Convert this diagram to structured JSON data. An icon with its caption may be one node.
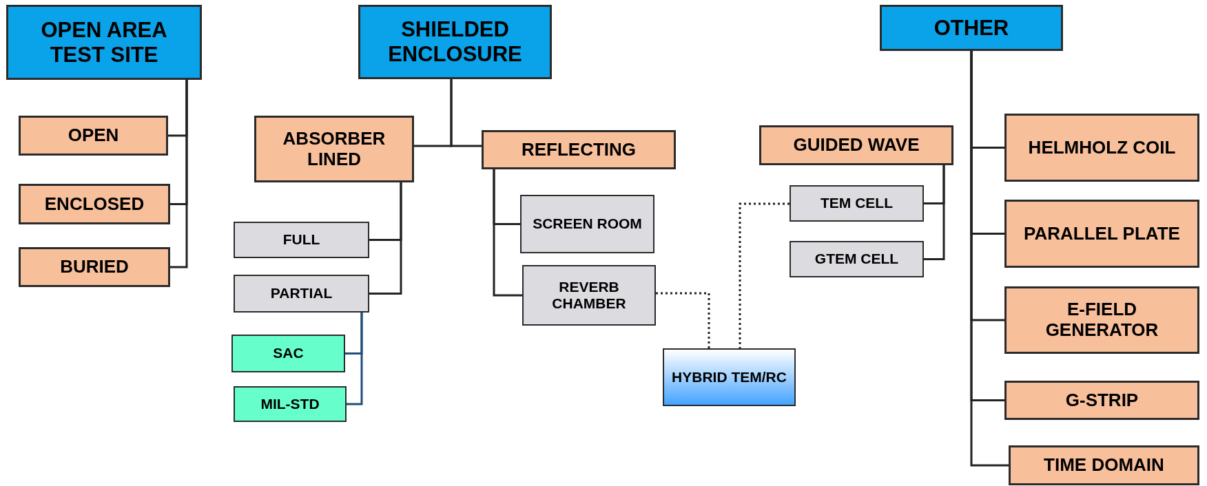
{
  "diagram": {
    "nodes": [
      {
        "text": [
          "OPEN AREA TEST SITE"
        ]
      },
      {
        "text": [
          "OPEN"
        ]
      },
      {
        "text": [
          "ENCLOSED"
        ]
      },
      {
        "text": [
          "BURIED"
        ]
      },
      {
        "text": [
          "SHIELDED ENCLOSURE"
        ]
      },
      {
        "text": [
          "ABSORBER LINED"
        ]
      },
      {
        "text": [
          "REFLECTING"
        ]
      },
      {
        "text": [
          "FULL"
        ]
      },
      {
        "text": [
          "PARTIAL"
        ]
      },
      {
        "text": [
          "SAC"
        ]
      },
      {
        "text": [
          "MIL-STD"
        ]
      },
      {
        "text": [
          "SCREEN ROOM"
        ]
      },
      {
        "text": [
          "REVERB CHAMBER"
        ]
      },
      {
        "text": [
          "HYBRID TEM/RC"
        ]
      },
      {
        "text": [
          "GUIDED WAVE"
        ]
      },
      {
        "text": [
          "TEM CELL"
        ]
      },
      {
        "text": [
          "GTEM CELL"
        ]
      },
      {
        "text": [
          "OTHER"
        ]
      },
      {
        "text": [
          "HELMHOLZ COIL"
        ]
      },
      {
        "text": [
          "PARALLEL PLATE"
        ]
      },
      {
        "text": [
          "E-FIELD GENERATOR"
        ]
      },
      {
        "text": [
          "G-STRIP"
        ]
      },
      {
        "text": [
          "TIME DOMAIN"
        ]
      }
    ],
    "edges": [
      {
        "from": 0,
        "to": 1,
        "arrow": "none"
      },
      {
        "from": 0,
        "to": 2,
        "arrow": "none"
      },
      {
        "from": 0,
        "to": 3,
        "arrow": "none"
      },
      {
        "from": 4,
        "to": 5,
        "arrow": "none"
      },
      {
        "from": 4,
        "to": 6,
        "arrow": "none"
      },
      {
        "from": 5,
        "to": 7,
        "arrow": "none"
      },
      {
        "from": 5,
        "to": 8,
        "arrow": "none"
      },
      {
        "from": 8,
        "to": 9,
        "arrow": "none",
        "color": "#1f4e79"
      },
      {
        "from": 8,
        "to": 10,
        "arrow": "none",
        "color": "#1f4e79"
      },
      {
        "from": 6,
        "to": 11,
        "arrow": "none"
      },
      {
        "from": 6,
        "to": 12,
        "arrow": "none"
      },
      {
        "from": 12,
        "to": 13,
        "arrow": "none",
        "style": "dashed"
      },
      {
        "from": 15,
        "to": 13,
        "arrow": "none",
        "style": "dashed"
      },
      {
        "from": 14,
        "to": 15,
        "arrow": "none"
      },
      {
        "from": 14,
        "to": 16,
        "arrow": "none"
      },
      {
        "from": 17,
        "to": 18,
        "arrow": "none"
      },
      {
        "from": 17,
        "to": 19,
        "arrow": "none"
      },
      {
        "from": 17,
        "to": 20,
        "arrow": "none"
      },
      {
        "from": 17,
        "to": 21,
        "arrow": "none"
      },
      {
        "from": 17,
        "to": 22,
        "arrow": "none"
      }
    ]
  }
}
